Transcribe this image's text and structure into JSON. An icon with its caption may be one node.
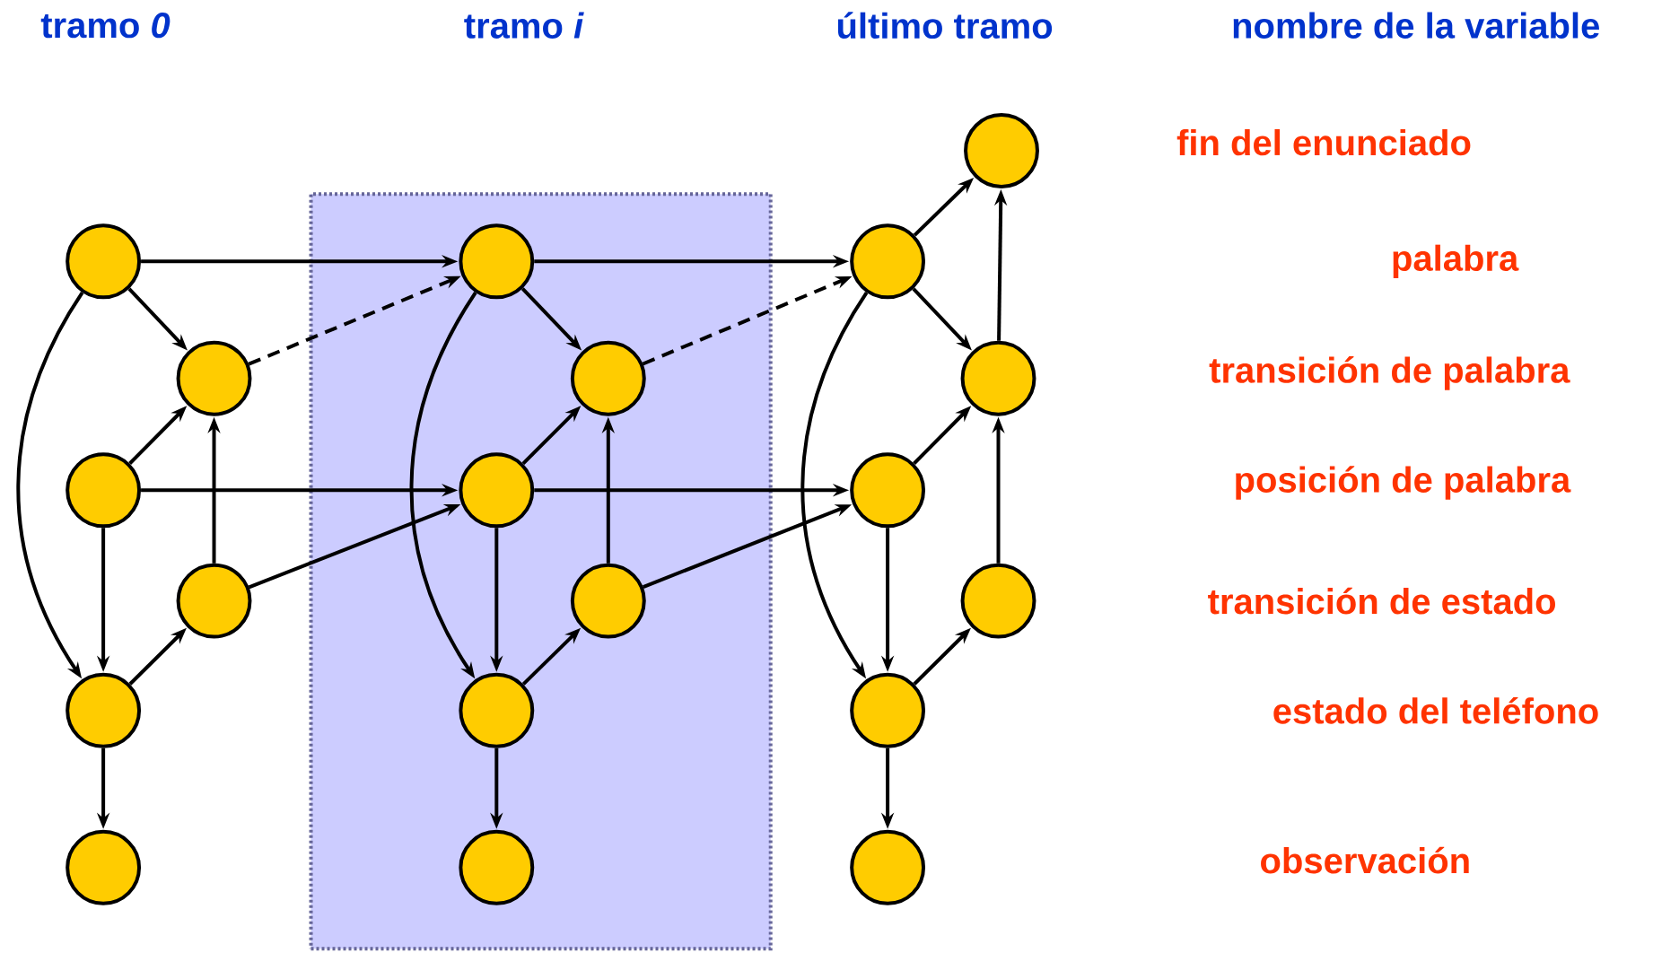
{
  "diagram": {
    "nodes": [
      {
        "text": [],
        "shape": "circle"
      },
      {
        "text": [],
        "shape": "circle"
      },
      {
        "text": [],
        "shape": "circle"
      },
      {
        "text": [],
        "shape": "circle"
      },
      {
        "text": [],
        "shape": "circle"
      },
      {
        "text": [],
        "shape": "circle"
      },
      {
        "text": [],
        "shape": "box"
      },
      {
        "text": [],
        "shape": "circle",
        "in": 6
      },
      {
        "text": [],
        "shape": "circle",
        "in": 6
      },
      {
        "text": [],
        "shape": "circle",
        "in": 6
      },
      {
        "text": [],
        "shape": "circle",
        "in": 6
      },
      {
        "text": [],
        "shape": "circle",
        "in": 6
      },
      {
        "text": [],
        "shape": "circle",
        "in": 6
      },
      {
        "text": [],
        "shape": "circle"
      },
      {
        "text": [],
        "shape": "circle"
      },
      {
        "text": [],
        "shape": "circle"
      },
      {
        "text": [],
        "shape": "circle"
      },
      {
        "text": [],
        "shape": "circle"
      },
      {
        "text": [],
        "shape": "circle"
      },
      {
        "text": [],
        "shape": "circle"
      }
    ],
    "edges": [
      {
        "from": 0,
        "to": 1,
        "arrow": "to"
      },
      {
        "from": 2,
        "to": 1,
        "arrow": "to"
      },
      {
        "from": 3,
        "to": 1,
        "arrow": "to"
      },
      {
        "from": 2,
        "to": 4,
        "arrow": "to"
      },
      {
        "from": 4,
        "to": 3,
        "arrow": "to"
      },
      {
        "from": 4,
        "to": 5,
        "arrow": "to"
      },
      {
        "from": 0,
        "to": 4,
        "arrow": "to"
      },
      {
        "from": 0,
        "to": 7,
        "arrow": "to"
      },
      {
        "from": 1,
        "to": 7,
        "arrow": "to",
        "style": "dashed"
      },
      {
        "from": 2,
        "to": 9,
        "arrow": "to"
      },
      {
        "from": 3,
        "to": 9,
        "arrow": "to"
      },
      {
        "from": 7,
        "to": 8,
        "arrow": "to"
      },
      {
        "from": 9,
        "to": 8,
        "arrow": "to"
      },
      {
        "from": 10,
        "to": 8,
        "arrow": "to"
      },
      {
        "from": 9,
        "to": 11,
        "arrow": "to"
      },
      {
        "from": 11,
        "to": 10,
        "arrow": "to"
      },
      {
        "from": 11,
        "to": 12,
        "arrow": "to"
      },
      {
        "from": 7,
        "to": 11,
        "arrow": "to"
      },
      {
        "from": 7,
        "to": 14,
        "arrow": "to"
      },
      {
        "from": 8,
        "to": 14,
        "arrow": "to",
        "style": "dashed"
      },
      {
        "from": 9,
        "to": 16,
        "arrow": "to"
      },
      {
        "from": 10,
        "to": 16,
        "arrow": "to"
      },
      {
        "from": 14,
        "to": 13,
        "arrow": "to"
      },
      {
        "from": 15,
        "to": 13,
        "arrow": "to"
      },
      {
        "from": 14,
        "to": 15,
        "arrow": "to"
      },
      {
        "from": 16,
        "to": 15,
        "arrow": "to"
      },
      {
        "from": 17,
        "to": 15,
        "arrow": "to"
      },
      {
        "from": 16,
        "to": 18,
        "arrow": "to"
      },
      {
        "from": 18,
        "to": 17,
        "arrow": "to"
      },
      {
        "from": 18,
        "to": 19,
        "arrow": "to"
      },
      {
        "from": 14,
        "to": 18,
        "arrow": "to"
      }
    ],
    "labels": [
      "tramo *0*",
      "tramo *i*",
      "último tramo",
      "nombre de la variable",
      "fin del enunciado",
      "palabra",
      "transición de palabra",
      "posición de palabra",
      "transición de estado",
      "estado del teléfono",
      "observación"
    ]
  }
}
